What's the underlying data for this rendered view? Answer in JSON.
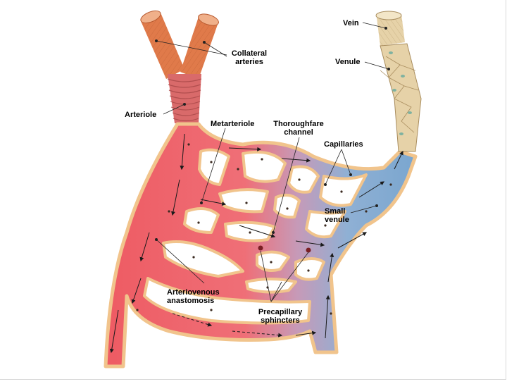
{
  "labels": {
    "vein": "Vein",
    "venule": "Venule",
    "collateral_1": "Collateral",
    "collateral_2": "arteries",
    "arteriole": "Arteriole",
    "metarteriole": "Metarteriole",
    "thoroughfare_1": "Thoroughfare",
    "thoroughfare_2": "channel",
    "capillaries": "Capillaries",
    "small_venule_1": "Small",
    "small_venule_2": "venule",
    "av_1": "Arteriovenous",
    "av_2": "anastomosis",
    "precap_1": "Precapillary",
    "precap_2": "sphincters"
  },
  "colors": {
    "artery_tube": "#e07a4a",
    "artery_dark": "#b85a30",
    "arteriole": "#d96a6a",
    "arterial_blood": "#ee5b63",
    "arterial_light": "#f39aa0",
    "venous_blood": "#7aa6cf",
    "venous_light": "#a9c6e2",
    "mixed": "#c69ab8",
    "vein_tube": "#e6d2a8",
    "cell_border": "#f1c48c",
    "arrow": "#1a1a1a",
    "leader": "#222222"
  }
}
